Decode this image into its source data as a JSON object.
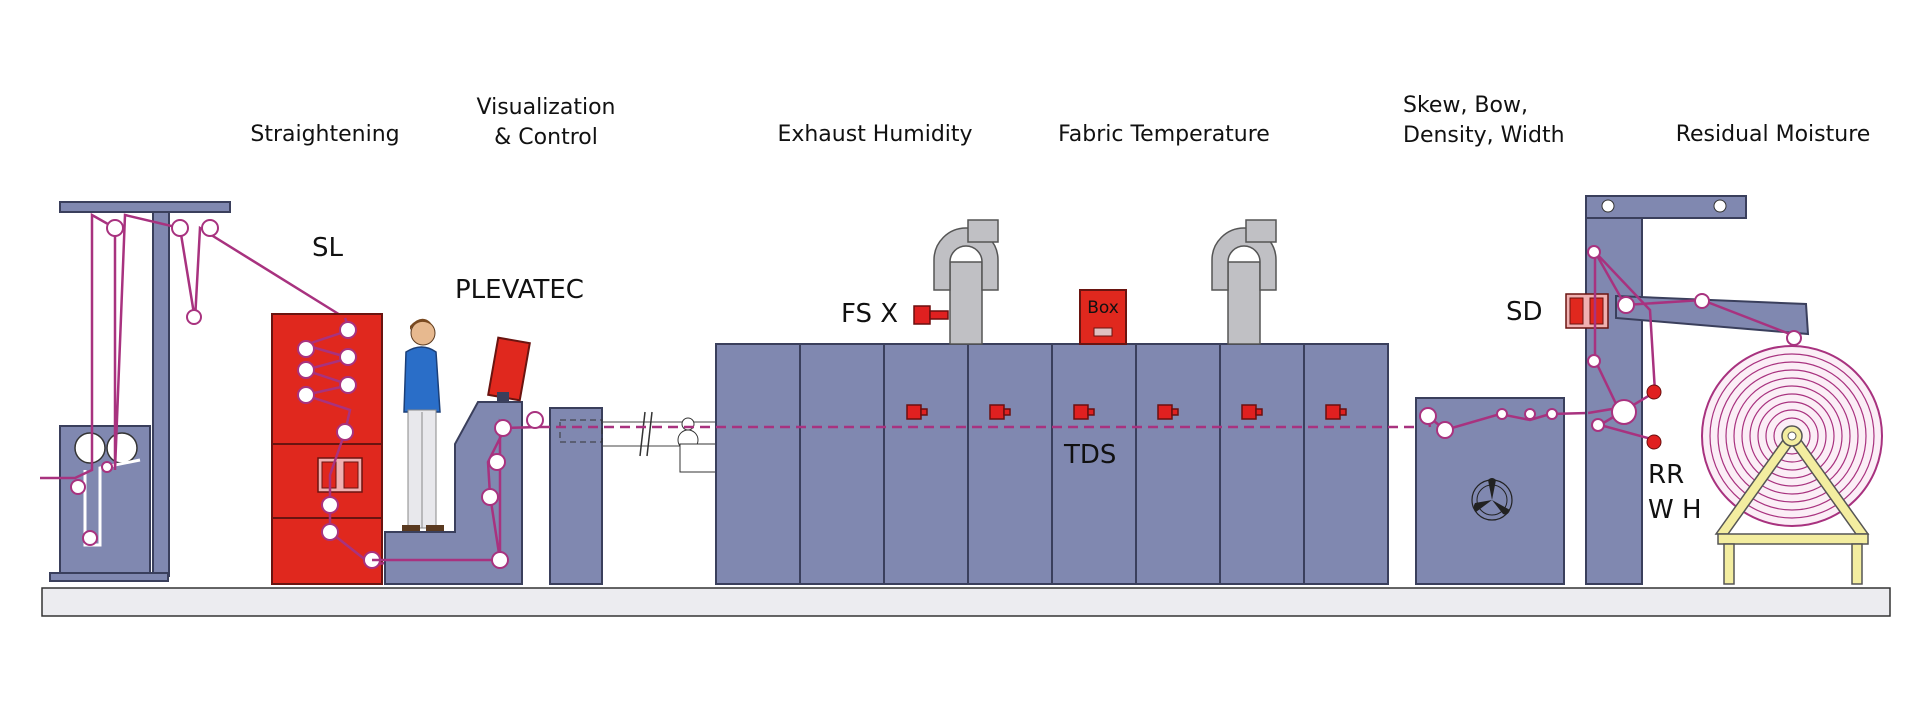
{
  "headings": {
    "straightening": "Straightening",
    "visualization_line1": "Visualization",
    "visualization_line2": "& Control",
    "exhaust_humidity": "Exhaust Humidity",
    "fabric_temperature": "Fabric Temperature",
    "skew_line1": "Skew, Bow,",
    "skew_line2": "Density, Width",
    "residual_moisture": "Residual Moisture"
  },
  "tags": {
    "sl": "SL",
    "plevatec": "PLEVATEC",
    "fsx": "FS X",
    "box": "Box",
    "tds": "TDS",
    "sd": "SD",
    "rr": "RR",
    "wh": "W H"
  },
  "colors": {
    "machine": "#8088b0",
    "red_unit": "#e0281e",
    "fabric_web": "#a8327f",
    "duct": "#c0c0c4",
    "floor": "#ececf0",
    "stand": "#f3eda0"
  }
}
